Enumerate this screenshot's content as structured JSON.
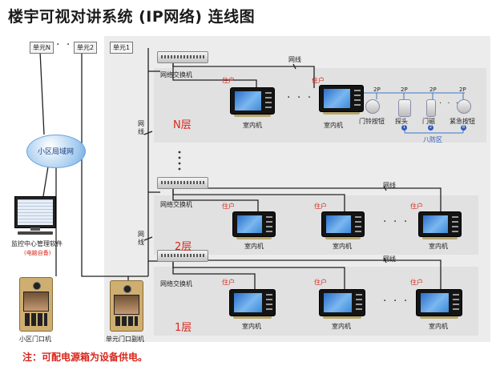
{
  "title": "楼宇可视对讲系统 (IP网络) 连线图",
  "note": "注：可配电源箱为设备供电。",
  "units": {
    "unit_n": "单元N",
    "unit_2": "单元2",
    "unit_1": "单元1",
    "dots": "· · ·"
  },
  "community_lan": "小区局域网",
  "monitoring": {
    "label": "监控中心管理软件",
    "sublabel": "(电脑自备)"
  },
  "gates": {
    "community_gate": "小区门口机",
    "unit_gate": "单元门口副机"
  },
  "network": {
    "switch_label": "网络交换机",
    "cable_label": "网线",
    "vertical_label": "网线"
  },
  "floors": [
    {
      "name": "N层"
    },
    {
      "name": "2层"
    },
    {
      "name": "1层"
    }
  ],
  "resident_label": "住户",
  "indoor_label": "室内机",
  "alarm": {
    "doorbell": "门铃按钮",
    "probe": "探头",
    "magnet": "门磁",
    "emergency": "紧急按钮",
    "zone": "八防区",
    "wire": "2P",
    "badge_1": "1",
    "badge_2": "2",
    "badge_8": "8"
  }
}
